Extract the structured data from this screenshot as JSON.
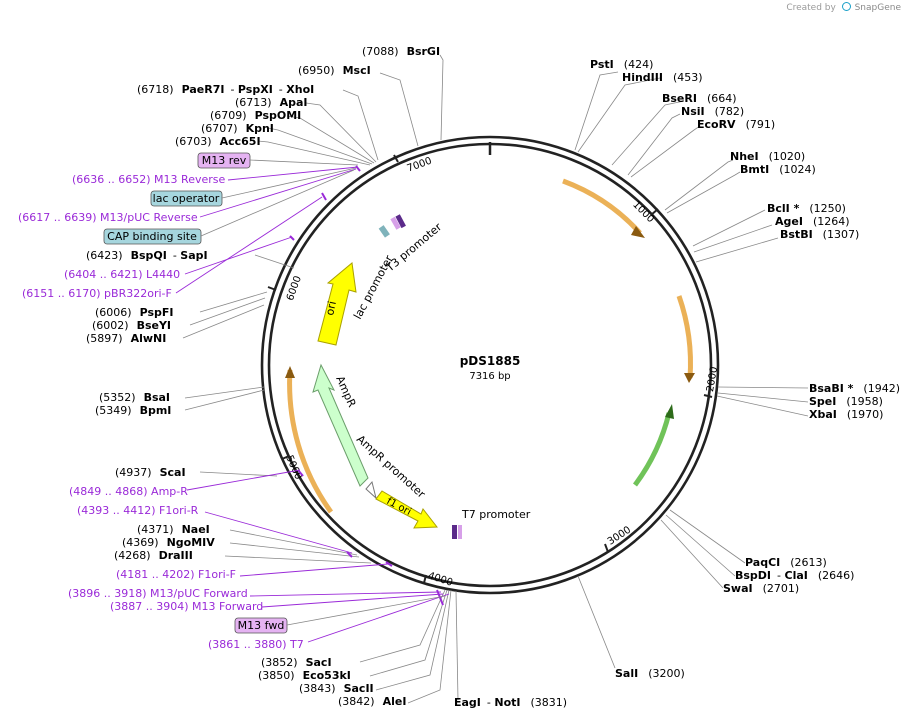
{
  "credit": {
    "prefix": "Created by",
    "brand": "SnapGene"
  },
  "plasmid": {
    "name": "pDS1885",
    "length": "7316 bp"
  },
  "colors": {
    "backbone": "#222222",
    "site_line": "#777777",
    "feature_line": "#9a2ad8",
    "feature_text": "#9a2ad8",
    "ori": "#ffff00",
    "ampr": "#ccffcc",
    "cds_orange": "#f5a623",
    "cds_green": "#57b93c",
    "box_purple": "#e5b3f2",
    "box_teal": "#a6d6de"
  },
  "ticks": [
    "1000",
    "2000",
    "3000",
    "4000",
    "5000",
    "6000",
    "7000"
  ],
  "arc_features": {
    "ori": "ori",
    "ampr": "AmpR",
    "ampr_promoter": "AmpR promoter",
    "f1_ori": "f1 ori",
    "lac_promoter": "lac promoter",
    "t3_promoter": "T3 promoter",
    "t7_promoter": "T7 promoter"
  },
  "site_labels": [
    {
      "pos": "(7088)",
      "name": "BsrGI"
    },
    {
      "pos": "(6950)",
      "name": "MscI"
    },
    {
      "pos": "(6718)",
      "name": "PaeR7I",
      "extra": "PspXI",
      "extra2": "XhoI"
    },
    {
      "pos": "(6713)",
      "name": "ApaI"
    },
    {
      "pos": "(6709)",
      "name": "PspOMI"
    },
    {
      "pos": "(6707)",
      "name": "KpnI"
    },
    {
      "pos": "(6703)",
      "name": "Acc65I"
    },
    {
      "pos": "(6423)",
      "name": "BspQI",
      "extra": "SapI"
    },
    {
      "pos": "(6006)",
      "name": "PspFI"
    },
    {
      "pos": "(6002)",
      "name": "BseYI"
    },
    {
      "pos": "(5897)",
      "name": "AlwNI"
    },
    {
      "pos": "(5352)",
      "name": "BsaI"
    },
    {
      "pos": "(5349)",
      "name": "BpmI"
    },
    {
      "pos": "(4937)",
      "name": "ScaI"
    },
    {
      "pos": "(4371)",
      "name": "NaeI"
    },
    {
      "pos": "(4369)",
      "name": "NgoMIV"
    },
    {
      "pos": "(4268)",
      "name": "DraIII"
    },
    {
      "pos": "(3852)",
      "name": "SacI"
    },
    {
      "pos": "(3850)",
      "name": "Eco53kI"
    },
    {
      "pos": "(3843)",
      "name": "SacII"
    },
    {
      "pos": "(3842)",
      "name": "AleI"
    },
    {
      "pos": "(424)",
      "name": "PstI"
    },
    {
      "pos": "(453)",
      "name": "HindIII"
    },
    {
      "pos": "(664)",
      "name": "BseRI"
    },
    {
      "pos": "(782)",
      "name": "NsiI"
    },
    {
      "pos": "(791)",
      "name": "EcoRV"
    },
    {
      "pos": "(1020)",
      "name": "NheI"
    },
    {
      "pos": "(1024)",
      "name": "BmtI"
    },
    {
      "pos": "(1250)",
      "name": "BclI *"
    },
    {
      "pos": "(1264)",
      "name": "AgeI"
    },
    {
      "pos": "(1307)",
      "name": "BstBI"
    },
    {
      "pos": "(1942)",
      "name": "BsaBI *"
    },
    {
      "pos": "(1958)",
      "name": "SpeI"
    },
    {
      "pos": "(1970)",
      "name": "XbaI"
    },
    {
      "pos": "(2613)",
      "name": "PaqCI"
    },
    {
      "pos": "(2646)",
      "name": "BspDI",
      "extra": "ClaI"
    },
    {
      "pos": "(2701)",
      "name": "SwaI"
    },
    {
      "pos": "(3200)",
      "name": "SalI"
    },
    {
      "pos": "(3831)",
      "name": "EagI",
      "extra": "NotI"
    }
  ],
  "feature_labels": [
    {
      "text": "(6636 .. 6652)  M13 Reverse"
    },
    {
      "text": "(6617 .. 6639)  M13/pUC Reverse"
    },
    {
      "text": "(6404 .. 6421)  L4440"
    },
    {
      "text": "(6151 .. 6170)  pBR322ori-F"
    },
    {
      "text": "(4849 .. 4868)  Amp-R"
    },
    {
      "text": "(4393 .. 4412)  F1ori-R"
    },
    {
      "text": "(4181 .. 4202)  F1ori-F"
    },
    {
      "text": "(3896 .. 3918)  M13/pUC Forward"
    },
    {
      "text": "(3887 .. 3904)  M13 Forward"
    },
    {
      "text": "(3861 .. 3880)  T7"
    }
  ],
  "boxed_labels": [
    {
      "text": "M13 rev"
    },
    {
      "text": "lac operator"
    },
    {
      "text": "CAP binding site"
    },
    {
      "text": "M13 fwd"
    }
  ]
}
